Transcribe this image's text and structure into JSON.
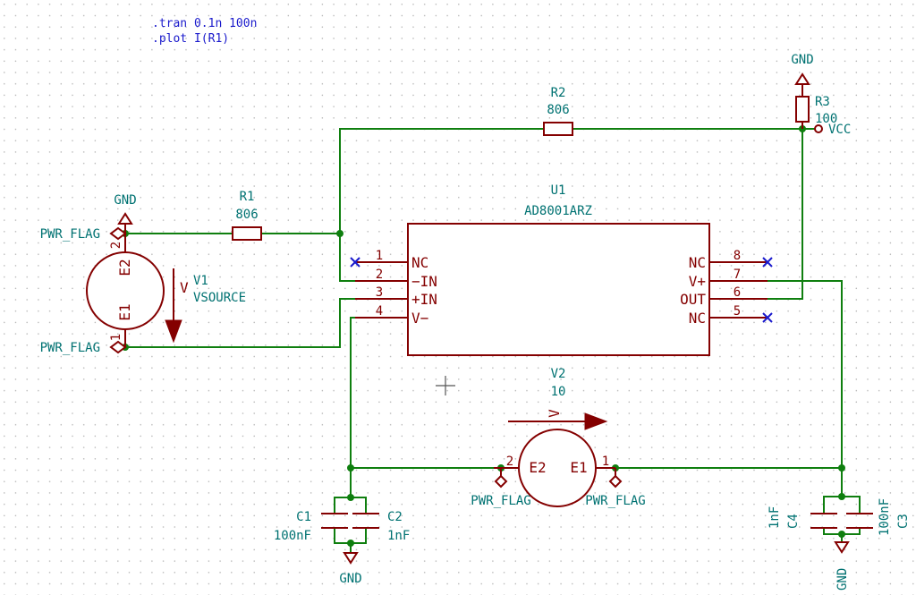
{
  "directives": {
    "tran": ".tran 0.1n 100n",
    "plot": ".plot I(R1)"
  },
  "u1": {
    "ref": "U1",
    "value": "AD8001ARZ",
    "pins": [
      {
        "num": "1",
        "name": "NC"
      },
      {
        "num": "2",
        "name": "−IN"
      },
      {
        "num": "3",
        "name": "+IN"
      },
      {
        "num": "4",
        "name": "V−"
      },
      {
        "num": "8",
        "name": "NC"
      },
      {
        "num": "7",
        "name": "V+"
      },
      {
        "num": "6",
        "name": "OUT"
      },
      {
        "num": "5",
        "name": "NC"
      }
    ]
  },
  "r1": {
    "ref": "R1",
    "value": "806"
  },
  "r2": {
    "ref": "R2",
    "value": "806"
  },
  "r3": {
    "ref": "R3",
    "value": "100"
  },
  "vcc": "VCC",
  "v1": {
    "ref": "V1",
    "value": "VSOURCE",
    "pin_e1": "E1",
    "pin_e2": "E2",
    "pin1": "1",
    "pin2": "2",
    "unit": "V"
  },
  "v2": {
    "ref": "V2",
    "value": "10",
    "pin_e1": "E1",
    "pin_e2": "E2",
    "pin1": "1",
    "pin2": "2",
    "unit": "V"
  },
  "c1": {
    "ref": "C1",
    "value": "100nF"
  },
  "c2": {
    "ref": "C2",
    "value": "1nF"
  },
  "c3": {
    "ref": "C3",
    "value": "100nF"
  },
  "c4": {
    "ref": "C4",
    "value": "1nF"
  },
  "gnd": "GND",
  "pwr_flag": "PWR_FLAG",
  "colors": {
    "wire": "#0f7f0f",
    "component": "#840000",
    "label": "#007272",
    "directive": "#1a1acc",
    "grid": "#b4b4b4"
  }
}
